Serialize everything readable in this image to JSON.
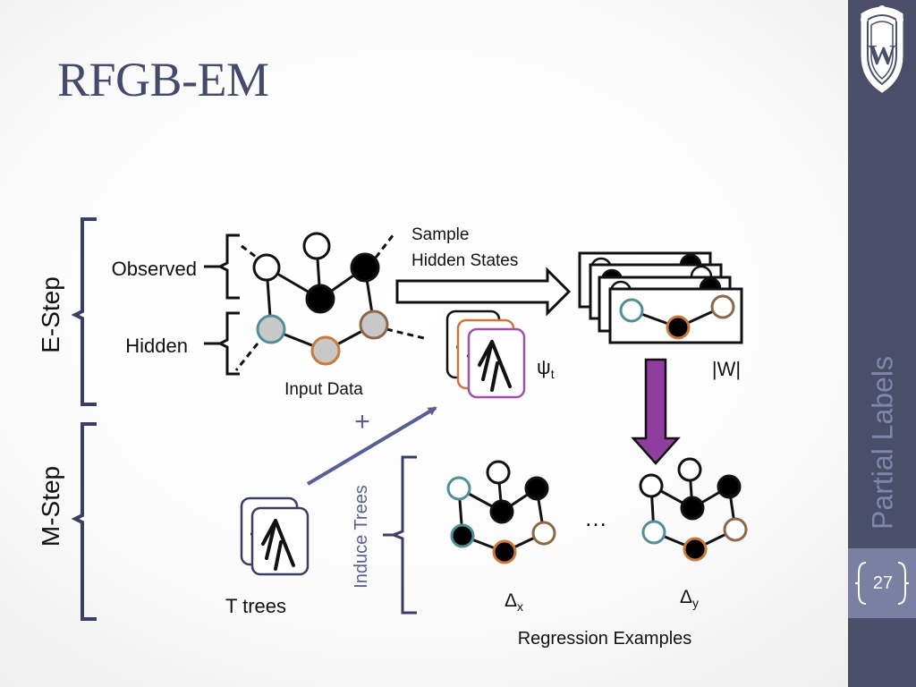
{
  "title": "RFGB-EM",
  "sidebar": {
    "section_label": "Partial Labels",
    "page_number": "27",
    "logo_letter": "W",
    "accent": "#4a4e68"
  },
  "estep": {
    "label": "E-Step",
    "observed_label": "Observed",
    "hidden_label": "Hidden",
    "input_caption": "Input Data",
    "sample_caption_line1": "Sample",
    "sample_caption_line2": "Hidden States",
    "psi_symbol": "ψ",
    "psi_sub": "t",
    "worlds_label": "|W|"
  },
  "mstep": {
    "label": "M-Step",
    "plus": "+",
    "trees_label": "T trees",
    "induce_label": "Induce Trees",
    "ellipsis": "…",
    "delta_symbol": "Δ",
    "delta_x_sub": "x",
    "delta_y_sub": "y",
    "regression_caption": "Regression Examples"
  },
  "colors": {
    "teal": "#4f8f95",
    "orange": "#c9783b",
    "brown": "#8b6849",
    "tree_purple": "#a14fa8",
    "tree_navy": "#3b3d63",
    "arrow_navy": "#5a5e94",
    "big_arrow": "#8f3ea0",
    "hidden_fill": "#c8c8c8"
  }
}
